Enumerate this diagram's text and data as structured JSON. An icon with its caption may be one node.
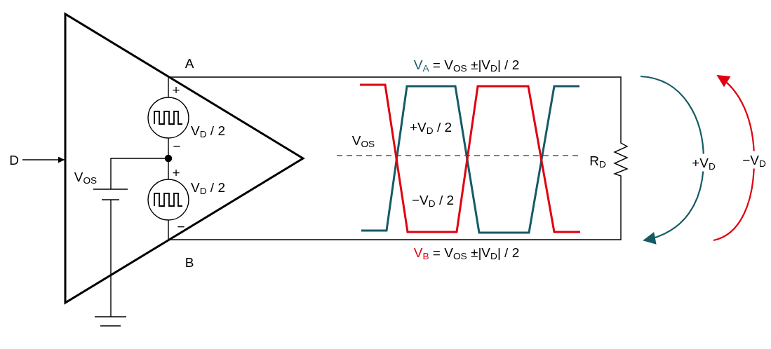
{
  "diagram": {
    "nodes": [
      {
        "text": [
          "D"
        ]
      },
      {
        "text": [],
        "shape": "triangle"
      },
      {
        "text": [],
        "shape": "resistor",
        "beside": [
          "R$_{D}$"
        ]
      }
    ],
    "edges": [
      {
        "from": 0,
        "to": 1,
        "arrow": "to"
      },
      {
        "from": 1,
        "to": 2,
        "arrow": "none"
      },
      {
        "from": 1,
        "to": 2,
        "arrow": "none"
      }
    ],
    "labels": [
      "A",
      "V$_{A}$ = V$_{OS}$ ±|V$_{D}$| / 2",
      "+",
      "V$_{D}$ / 2",
      "V$_{OS}$",
      "+V$_{D}$ / 2",
      "−",
      "V$_{OS}$",
      "+",
      "V$_{D}$ / 2",
      "−V$_{D}$ / 2",
      "+V$_{D}$",
      "−V$_{D}$",
      "−",
      "B",
      "V$_{B}$ = V$_{OS}$ ±|V$_{D}$| / 2"
    ]
  }
}
